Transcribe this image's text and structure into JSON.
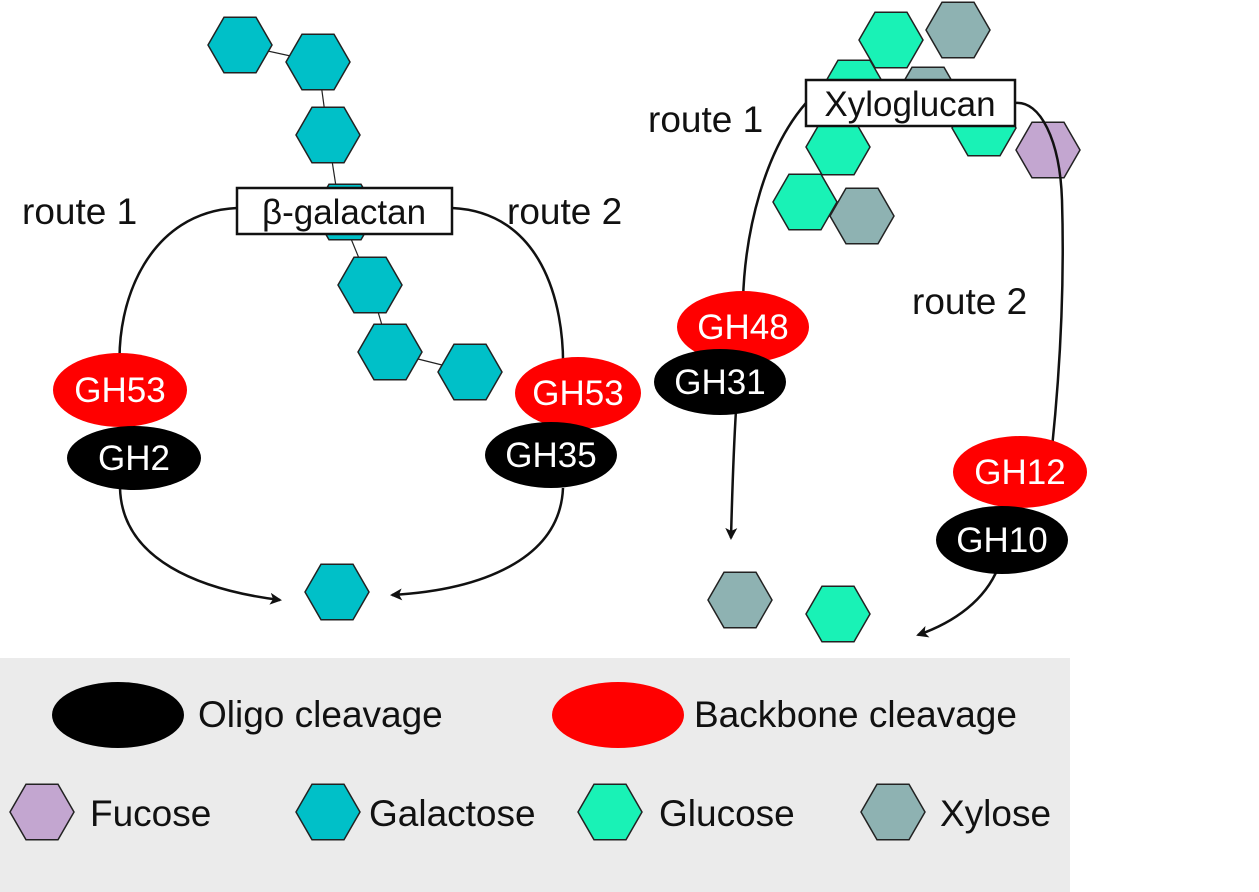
{
  "colors": {
    "galactose": "#00C0C8",
    "glucose": "#19F2B6",
    "xylose": "#8EB2B2",
    "fucose": "#C3A6D0",
    "backbone": "#FF0000",
    "oligo": "#000000",
    "legend_bg": "#EBEBEB"
  },
  "galactan": {
    "substrate_label": "β-galactan",
    "route1_label": "route 1",
    "route2_label": "route 2",
    "route1_backbone": "GH53",
    "route1_oligo": "GH2",
    "route2_backbone": "GH53",
    "route2_oligo": "GH35"
  },
  "xyloglucan": {
    "substrate_label": "Xyloglucan",
    "route1_label": "route 1",
    "route2_label": "route 2",
    "route1_backbone": "GH48",
    "route1_oligo": "GH31",
    "route2_backbone": "GH12",
    "route2_oligo": "GH10"
  },
  "legend": {
    "oligo_label": "Oligo cleavage",
    "backbone_label": "Backbone cleavage",
    "fucose_label": "Fucose",
    "galactose_label": "Galactose",
    "glucose_label": "Glucose",
    "xylose_label": "Xylose"
  }
}
